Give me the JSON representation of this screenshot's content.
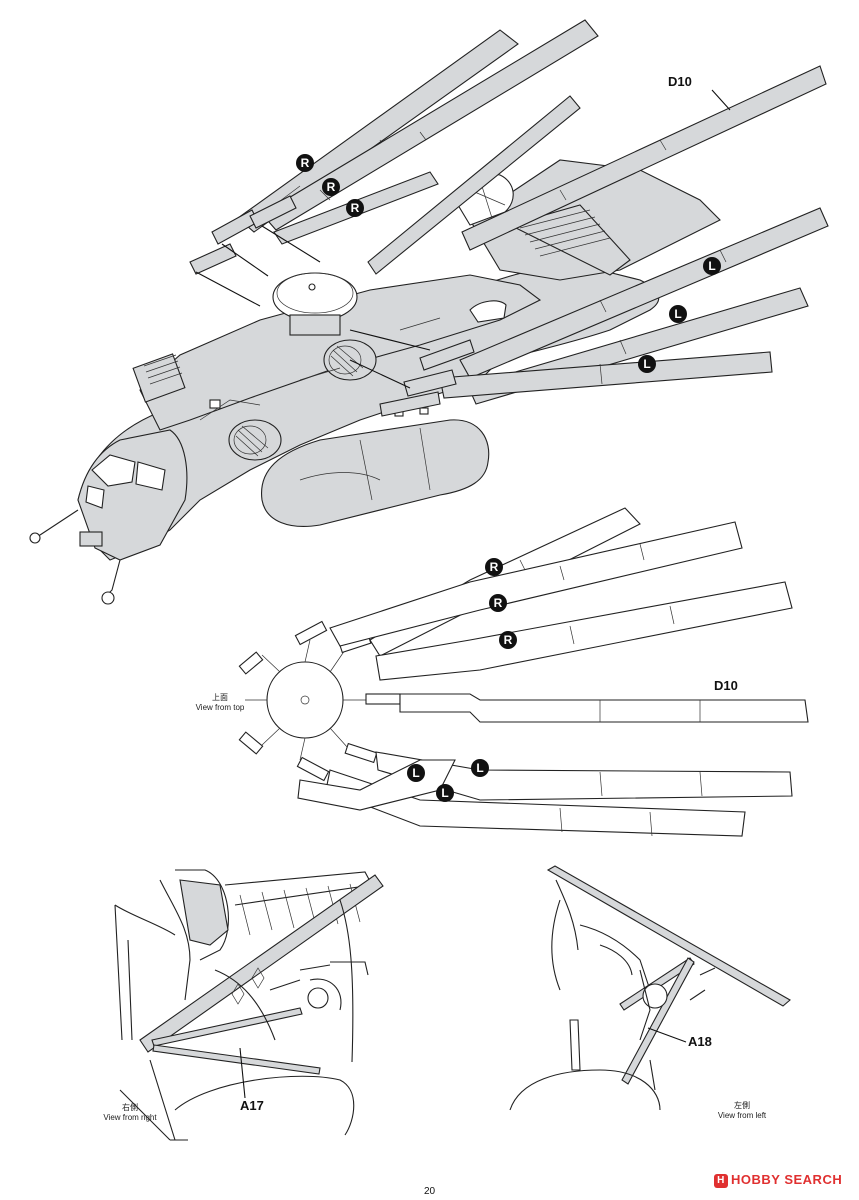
{
  "page_number": "20",
  "labels": {
    "d10_top": "D10",
    "d10_middle": "D10",
    "a17": "A17",
    "a18": "A18"
  },
  "views": {
    "top_jp": "上面",
    "top_en": "View from top",
    "right_jp": "右側",
    "right_en": "View from right",
    "left_jp": "左側",
    "left_en": "View from left"
  },
  "badges": {
    "right": "R",
    "left": "L"
  },
  "watermark": "HOBBY SEARCH",
  "colors": {
    "part_fill": "#d6d8da",
    "badge_fill": "#111111",
    "watermark": "#e03030"
  }
}
